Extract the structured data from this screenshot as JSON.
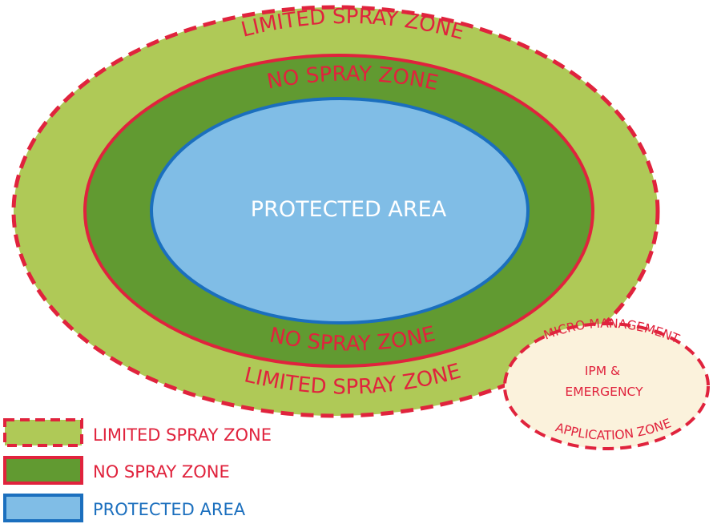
{
  "colors": {
    "limited_fill": "#afc957",
    "limited_border": "#e0233d",
    "no_spray_fill": "#619a31",
    "no_spray_border": "#e0233d",
    "protected_fill": "#80bde6",
    "protected_border": "#1b6fbe",
    "micro_fill": "#fbf2dc",
    "label_red": "#e0233d",
    "label_blue": "#1b6fbe",
    "label_white": "#ffffff"
  },
  "zones": {
    "limited_top": "LIMITED SPRAY ZONE",
    "limited_bottom": "LIMITED SPRAY ZONE",
    "no_spray_top": "NO SPRAY ZONE",
    "no_spray_bottom": "NO SPRAY ZONE",
    "protected": "PROTECTED AREA"
  },
  "micro_zone": {
    "top": "MICRO MANAGEMENT",
    "line1": "IPM  &",
    "line2": "EMERGENCY",
    "bottom": "APPLICATION ZONE"
  },
  "legend": [
    {
      "label": "LIMITED SPRAY ZONE",
      "swatch_icon": "dashed-red-green-swatch"
    },
    {
      "label": "NO SPRAY ZONE",
      "swatch_icon": "red-border-dark-green-swatch"
    },
    {
      "label": "PROTECTED AREA",
      "swatch_icon": "blue-border-light-blue-swatch"
    }
  ]
}
